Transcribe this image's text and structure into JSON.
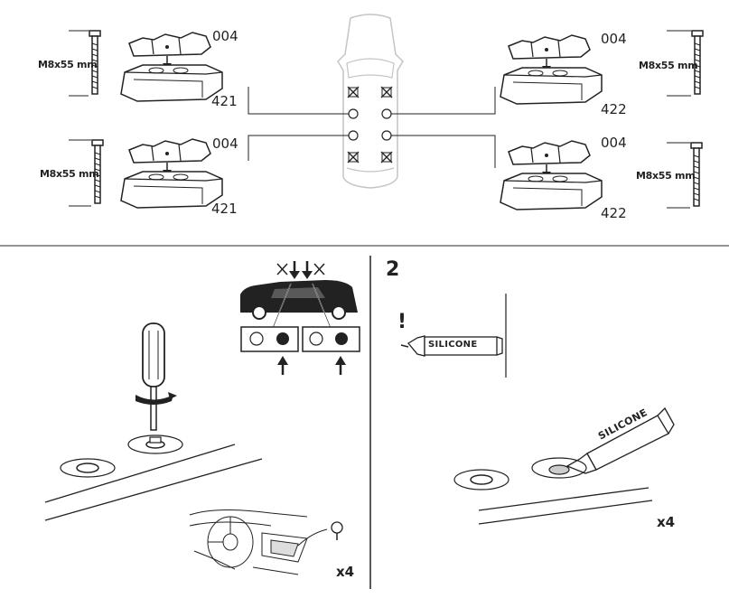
{
  "top": {
    "part_codes": {
      "front_left": "421",
      "rear_left": "421",
      "front_right": "422",
      "rear_right": "422"
    },
    "insert_code": "004",
    "bolt_spec": "M8x55 mm"
  },
  "step2": {
    "number": "2",
    "warning_mark": "!",
    "tube_label": "SILICONE"
  },
  "quantities": {
    "left": "x4",
    "right": "x4"
  },
  "colors": {
    "line": "#222222",
    "light_line": "#bbbbbb",
    "background": "#ffffff"
  }
}
